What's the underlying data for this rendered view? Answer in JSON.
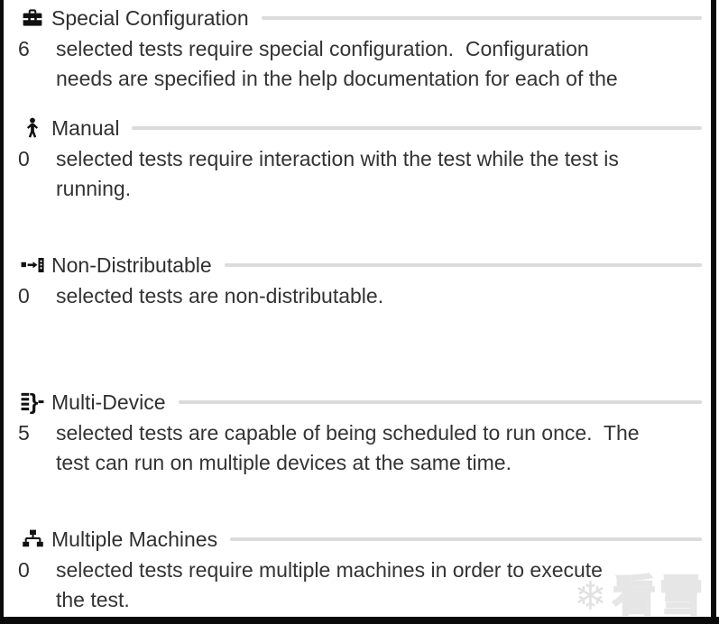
{
  "sections": [
    {
      "title": "Special Configuration",
      "icon": "toolbox-icon",
      "count": "6",
      "lines": [
        "selected tests require special configuration.  Configuration",
        "needs are specified in the help documentation for each of the"
      ]
    },
    {
      "title": "Manual",
      "icon": "person-icon",
      "count": "0",
      "lines": [
        "selected tests require interaction with the test while the test is",
        "running."
      ]
    },
    {
      "title": "Non-Distributable",
      "icon": "non-distributable-icon",
      "count": "0",
      "lines": [
        "selected tests are non-distributable."
      ]
    },
    {
      "title": "Multi-Device",
      "icon": "multi-device-icon",
      "count": "5",
      "lines": [
        "selected tests are capable of being scheduled to run once.  The",
        "test can run on multiple devices at the same time."
      ]
    },
    {
      "title": "Multiple Machines",
      "icon": "multiple-machines-icon",
      "count": "0",
      "lines": [
        "selected tests require multiple machines in order to execute",
        "the test."
      ]
    }
  ],
  "colors": {
    "text": "#333333",
    "icon": "#111111",
    "separator": "#dbdbdb",
    "frame": "#0a0a0a"
  },
  "watermark": {
    "icon": "snowflake-icon",
    "flake": "❄",
    "text": "看雪"
  }
}
